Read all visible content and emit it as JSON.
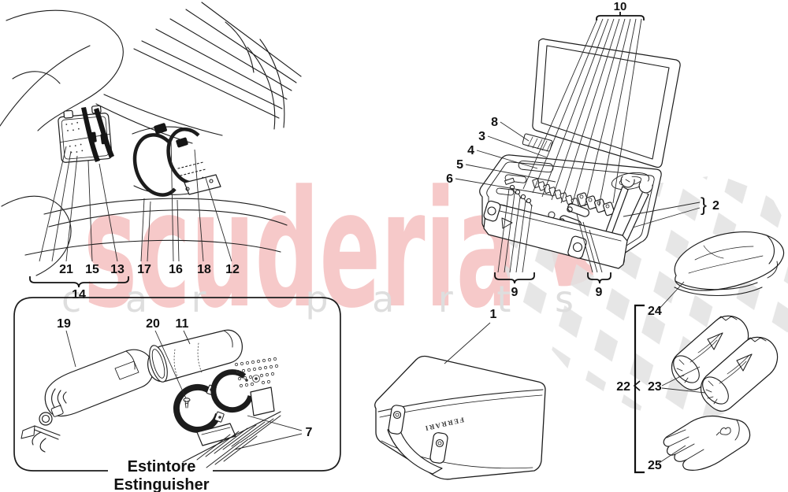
{
  "watermark": {
    "brand": "scuderia",
    "tagline": "car parts",
    "brand_color": "#f6c9c9",
    "tagline_color": "#dedede",
    "checker_color": "#e2e2e2"
  },
  "trunk_panel": {
    "c21": "21",
    "c15": "15",
    "c13": "13",
    "c14": "14",
    "c17": "17",
    "c16": "16",
    "c18": "18",
    "c12": "12"
  },
  "toolkit_panel": {
    "c10": "10",
    "c8": "8",
    "c3": "3",
    "c4": "4",
    "c5": "5",
    "c6": "6",
    "c9_left": "9",
    "c9_right": "9",
    "c2": "2",
    "c2_brace": "}"
  },
  "extinguisher_panel": {
    "c19": "19",
    "c20": "20",
    "c11": "11",
    "c7": "7",
    "caption_line1": "Estintore",
    "caption_line2": "Estinguisher"
  },
  "bag_panel": {
    "c1": "1",
    "brand": "FERRARI"
  },
  "accessories_panel": {
    "c22": "22",
    "c24": "24",
    "c23": "23",
    "c25": "25"
  }
}
